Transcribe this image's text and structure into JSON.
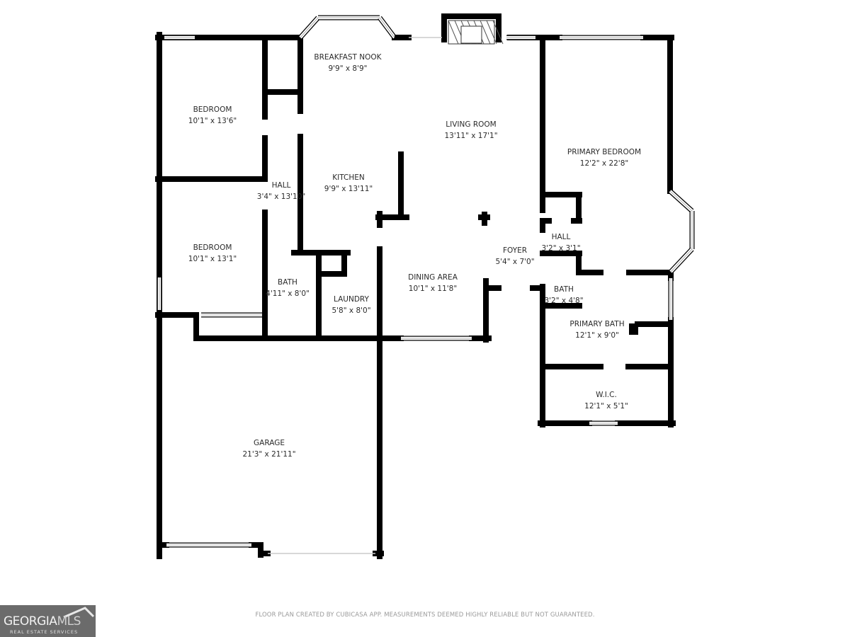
{
  "rooms": [
    {
      "name": "BEDROOM",
      "dims": "10'1\" x 13'6\""
    },
    {
      "name": "BEDROOM",
      "dims": "10'1\" x 13'1\""
    },
    {
      "name": "HALL",
      "dims": "3'4\" x 13'10\""
    },
    {
      "name": "BREAKFAST NOOK",
      "dims": "9'9\" x 8'9\""
    },
    {
      "name": "KITCHEN",
      "dims": "9'9\" x 13'11\""
    },
    {
      "name": "LIVING ROOM",
      "dims": "13'11\" x 17'1\""
    },
    {
      "name": "BATH",
      "dims": "4'11\" x 8'0\""
    },
    {
      "name": "LAUNDRY",
      "dims": "5'8\" x 8'0\""
    },
    {
      "name": "DINING AREA",
      "dims": "10'1\" x 11'8\""
    },
    {
      "name": "FOYER",
      "dims": "5'4\" x 7'0\""
    },
    {
      "name": "PRIMARY BEDROOM",
      "dims": "12'2\" x 22'8\""
    },
    {
      "name": "HALL",
      "dims": "3'2\" x 3'1\""
    },
    {
      "name": "BATH",
      "dims": "3'2\" x 4'8\""
    },
    {
      "name": "PRIMARY BATH",
      "dims": "12'1\" x 9'0\""
    },
    {
      "name": "W.I.C.",
      "dims": "12'1\" x 5'1\""
    },
    {
      "name": "GARAGE",
      "dims": "21'3\" x 21'11\""
    }
  ],
  "footer": {
    "note": "FLOOR PLAN CREATED BY CUBICASA APP. MEASUREMENTS DEEMED HIGHLY RELIABLE BUT NOT GUARANTEED."
  },
  "logo": {
    "brand_a": "GEORGIA",
    "brand_b": "MLS",
    "tagline": "REAL ESTATE SERVICES"
  },
  "colors": {
    "wall": "#000000",
    "text": "#2b2b2b",
    "logo_bg": "#6b6b6b",
    "note": "#9a9a9a"
  }
}
